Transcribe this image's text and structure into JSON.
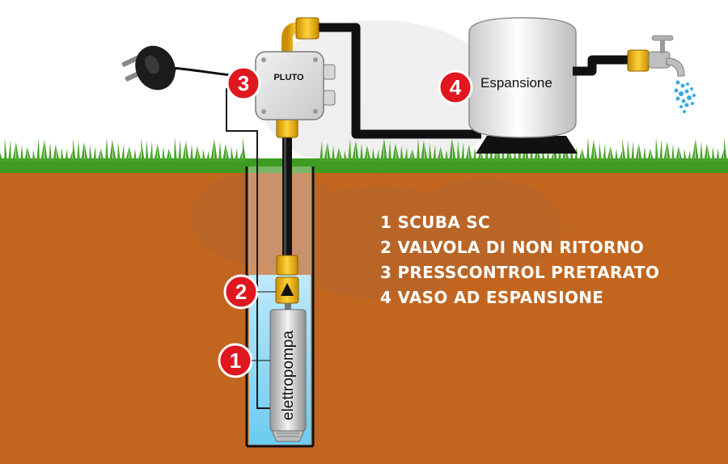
{
  "labels": {
    "pump_text": "elettropompa",
    "controller_brand": "PLUTO",
    "tank_text": "Espansione"
  },
  "markers": [
    {
      "number": "1"
    },
    {
      "number": "2"
    },
    {
      "number": "3"
    },
    {
      "number": "4"
    }
  ],
  "legend": [
    "1 SCUBA SC",
    "2 VALVOLA DI NON RITORNO",
    "3 PRESSCONTROL PRETARATO",
    "4 VASO AD ESPANSIONE"
  ],
  "colors": {
    "soil": "#c2651f",
    "grass": "#4aa52a",
    "water": "#7fd4f2",
    "marker_red": "#e0171f",
    "fitting_yellow": "#f2b705",
    "pipe": "#111111",
    "legend_text": "#ffffff"
  },
  "icons": [
    "plug-icon",
    "faucet-icon",
    "check-valve-arrow-icon"
  ]
}
